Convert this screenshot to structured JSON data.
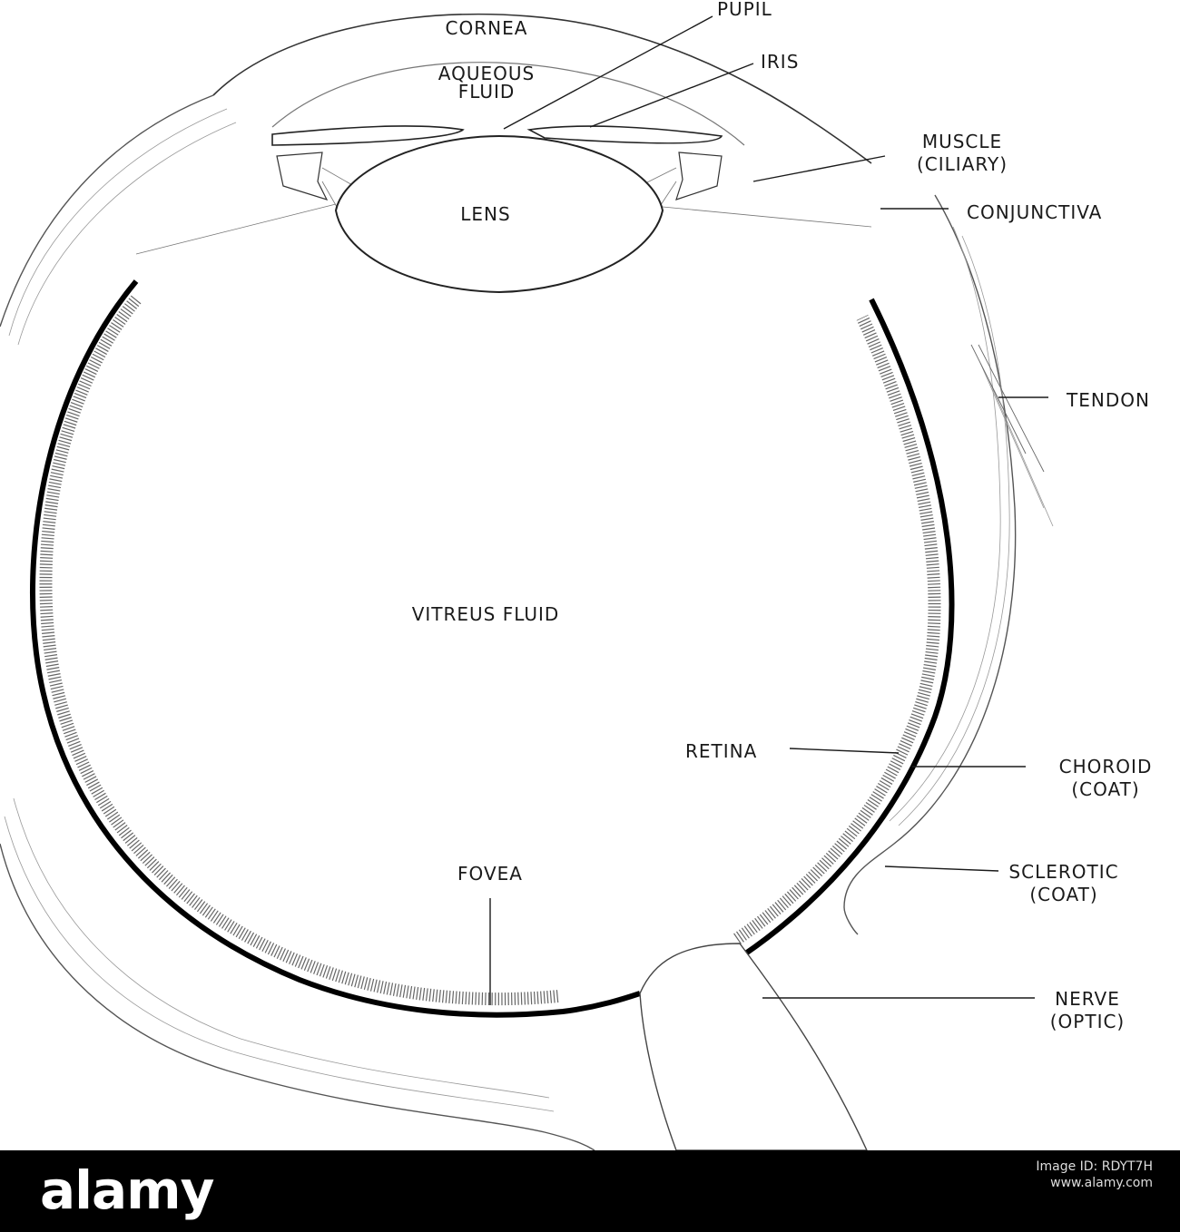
{
  "labels": {
    "cornea": "CORNEA",
    "aqueous_1": "AQUEOUS",
    "aqueous_2": "FLUID",
    "lens": "LENS",
    "pupil": "PUPIL",
    "iris": "IRIS",
    "muscle_1": "MUSCLE",
    "muscle_2": "(CILIARY)",
    "conjunctiva": "CONJUNCTIVA",
    "tendon": "TENDON",
    "vitreus": "VITREUS  FLUID",
    "retina": "RETINA",
    "choroid_1": "CHOROID",
    "choroid_2": "(COAT)",
    "sclerotic_1": "SCLEROTIC",
    "sclerotic_2": "(COAT)",
    "fovea": "FOVEA",
    "nerve_1": "NERVE",
    "nerve_2": "(OPTIC)"
  },
  "footer": {
    "logo": "alamy",
    "caption": "Image ID: RDYT7H",
    "url": "www.alamy.com"
  }
}
